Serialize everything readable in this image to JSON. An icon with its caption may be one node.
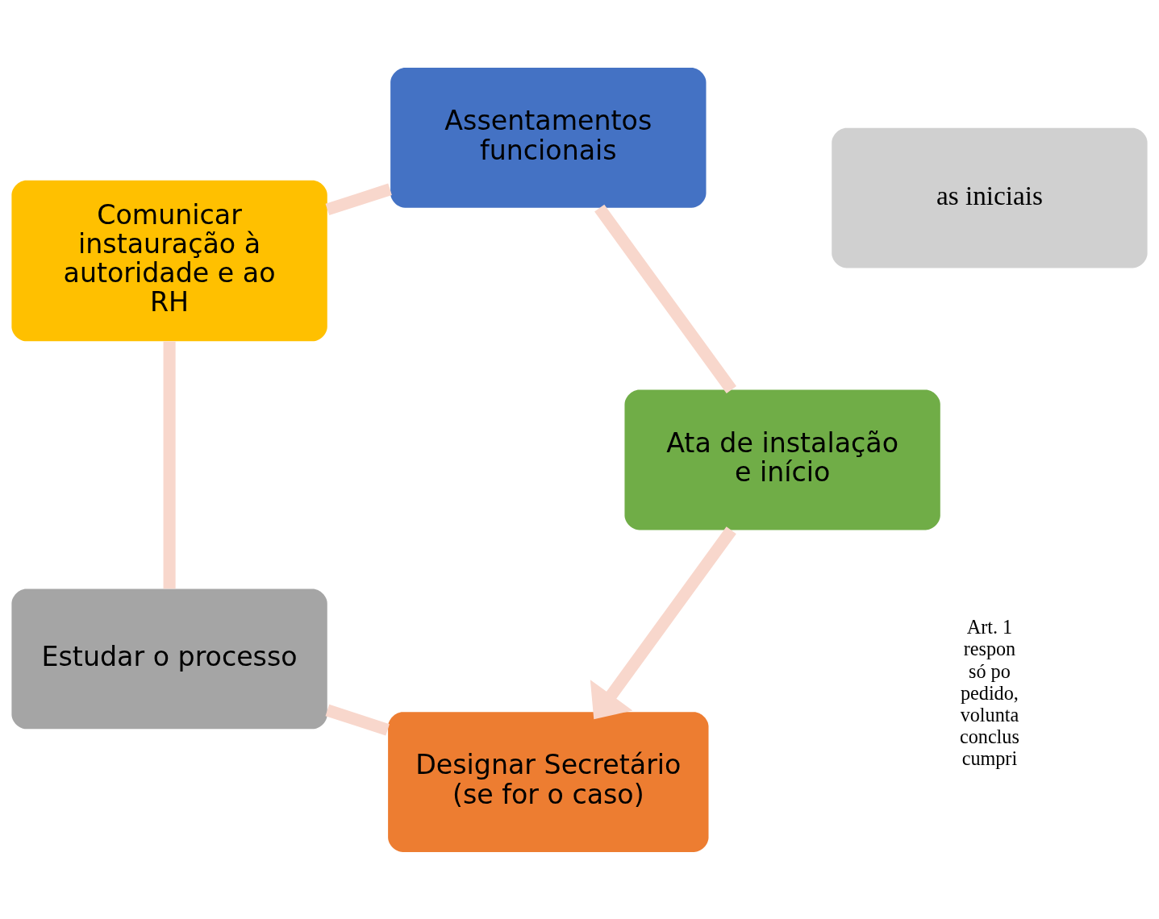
{
  "diagram": {
    "nodes": [
      {
        "text": [
          "as iniciais"
        ]
      },
      {
        "text": [
          "Designar Secretário (se for o caso)"
        ]
      },
      {
        "text": [
          "Estudar o processo"
        ]
      },
      {
        "text": [
          "Comunicar instauração à autoridade e ao RH"
        ]
      },
      {
        "text": [
          "Assentamentos funcionais"
        ]
      },
      {
        "text": [
          "Ata de instalação e início"
        ]
      }
    ],
    "edges": [
      {
        "from": 1,
        "to": 2,
        "arrow": "none"
      },
      {
        "from": 2,
        "to": 3,
        "arrow": "none"
      },
      {
        "from": 3,
        "to": 4,
        "arrow": "none"
      },
      {
        "from": 4,
        "to": 5,
        "arrow": "none"
      },
      {
        "from": 5,
        "to": 1,
        "arrow": "to"
      }
    ],
    "labels": [
      "Art. 1 respon só po pedido, volunta conclus cumpri"
    ]
  }
}
